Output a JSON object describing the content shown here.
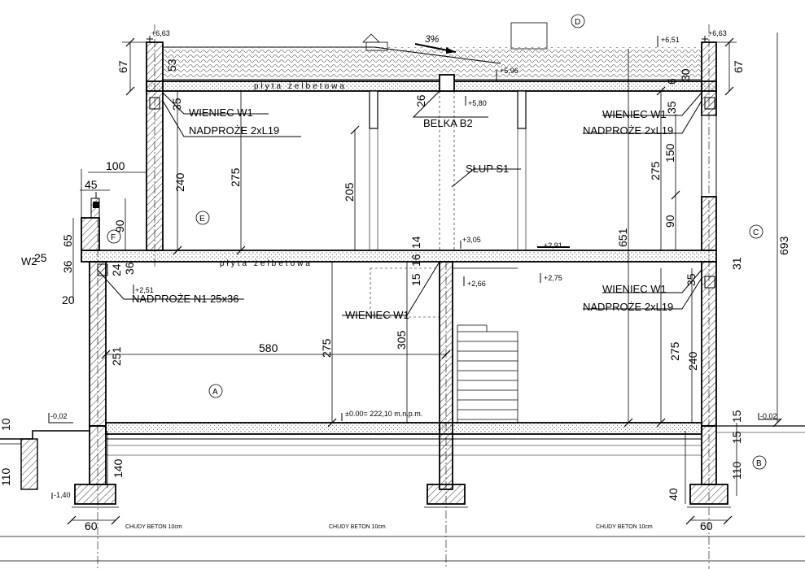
{
  "levels": {
    "top_left": "+6,63",
    "top_right": "+6,63",
    "top_right_inner": "+6,51",
    "roof_low": "+5,96",
    "beam_bottom": "+5,80",
    "floor1": "+3,05",
    "floor1_b": "+2,91",
    "floor1_c": "+2,75",
    "floor1_d": "+2,66",
    "porch_lintel": "+2,51",
    "ground_left": "-0,02",
    "ground_right": "-0,02",
    "zero": "±0.00= 222,10 m.n.p.m.",
    "footing_low": "-1,40"
  },
  "roof_slope": "3%",
  "labels": {
    "slab_upper": "płyta żelbetowa",
    "slab_lower": "płyta żelbetowa",
    "wieniec_tl": "WIENIEC W1",
    "nadproze_tl": "NADPROŻE 2xL19",
    "belka": "BELKA  B2",
    "wieniec_tr": "WIENIEC W1",
    "nadproze_tr": "NADPROŻE 2xL19",
    "slup": "SŁUP S1",
    "nadproze_n1": "NADPROŻE N1 25x36",
    "wieniec_mid": "WIENIEC W1",
    "wieniec_br": "WIENIEC W1",
    "nadproze_br": "NADPROŻE 2xL19",
    "w2": "W2",
    "beton_left": "CHUDY BETON 10cm",
    "beton_mid": "CHUDY BETON 10cm",
    "beton_right": "CHUDY BETON 10cm"
  },
  "markers": {
    "A": "A",
    "B": "B",
    "C": "C",
    "D": "D",
    "E": "E",
    "F": "F"
  },
  "dims": {
    "d67_left": "67",
    "d53": "53",
    "d35_tl": "35",
    "d26": "26",
    "d30": "30",
    "d67_right": "67",
    "d35_tr": "35",
    "d6": "6",
    "d240_upper": "240",
    "d275_upper_left": "275",
    "d205": "205",
    "d275_upper_right": "275",
    "d150": "150",
    "d90_right": "90",
    "d651": "651",
    "d693": "693",
    "d31": "31",
    "d100": "100",
    "d45": "45",
    "d90_left": "90",
    "d65": "65",
    "d25": "25",
    "d36_left": "36",
    "d24": "24",
    "d36_small": "36",
    "d20": "20",
    "d14": "14",
    "d16": "16",
    "d15_mid": "15",
    "d580": "580",
    "d251": "251",
    "d275_lower_mid": "275",
    "d305": "305",
    "d35_br": "35",
    "d275_lower_right": "275",
    "d240_lower": "240",
    "d15_right": "15",
    "d15_right2": "15",
    "d140": "140",
    "d110": "110",
    "d40": "40",
    "d60_left": "60",
    "d60_right": "60",
    "d10": "10",
    "d110_left": "110"
  }
}
